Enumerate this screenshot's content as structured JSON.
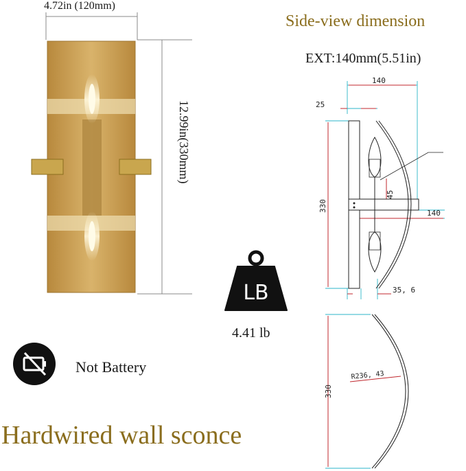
{
  "product": {
    "width_label": "4.72in (120mm)",
    "height_label": "12.99in(330mm)"
  },
  "side_view": {
    "title": "Side-view dimension",
    "ext_label": "EXT:140mm(5.51in)"
  },
  "diagram": {
    "dim_140_top": "140",
    "dim_25": "25",
    "dim_330": "330",
    "dim_45": "45",
    "dim_140_right": "140",
    "dim_35_6": "35, 6",
    "dim_330_arc": "330",
    "dim_radius": "R236, 43"
  },
  "weight": {
    "icon_text": "LB",
    "value": "4.41 lb"
  },
  "battery": {
    "label": "Not Battery"
  },
  "footer": {
    "title": "Hardwired wall sconce"
  },
  "colors": {
    "gold_text": "#8a6d1d",
    "dim_line": "#c0272d",
    "cyan_line": "#2bb5c9",
    "glass": "#c9a25a"
  }
}
